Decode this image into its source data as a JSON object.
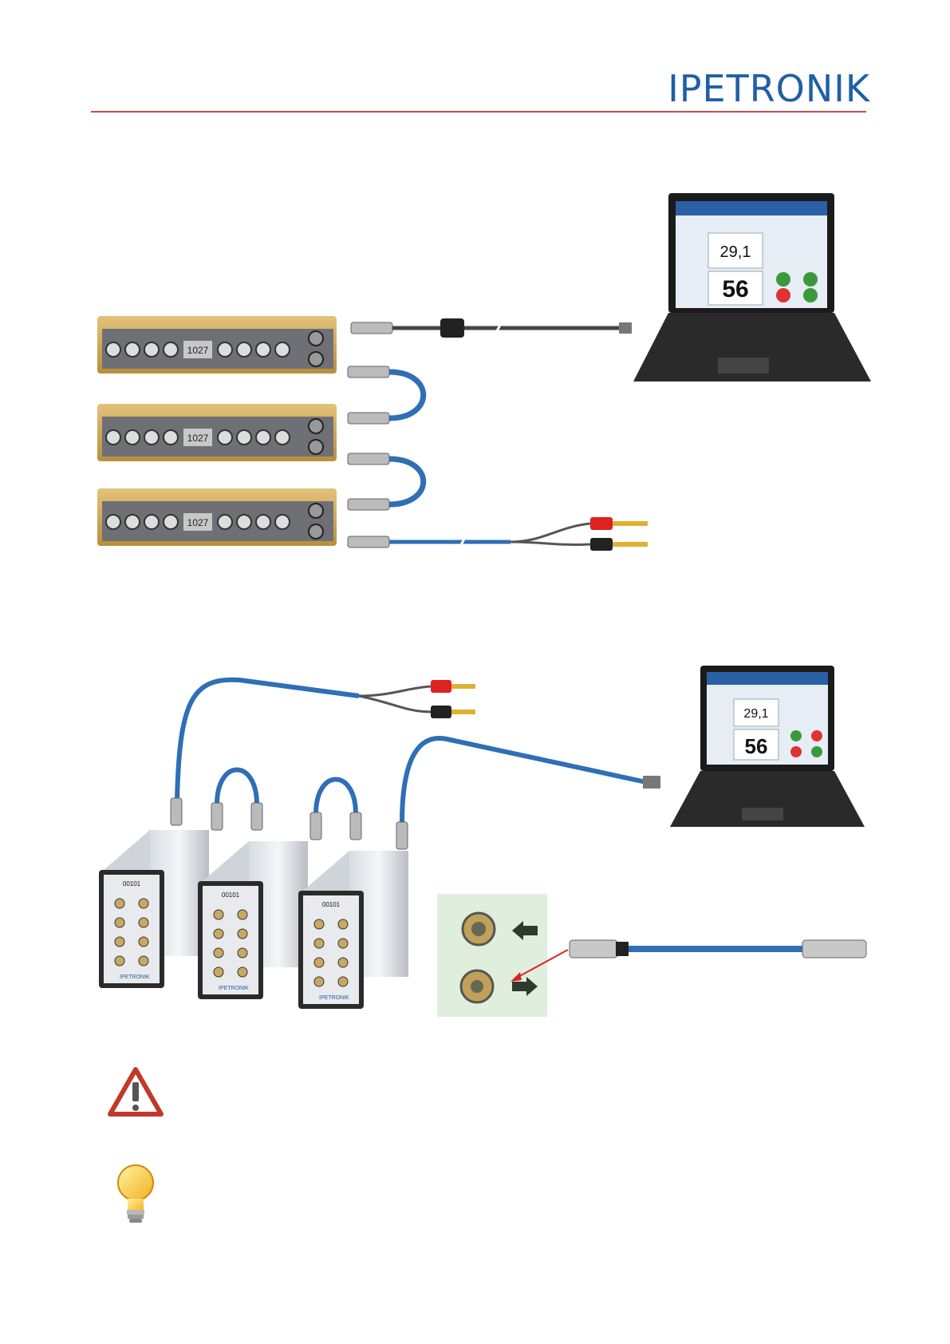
{
  "header": {
    "logo_text": "IPETRONIK",
    "rule_color": "#c0504d",
    "brand_color": "#1f5fa8"
  },
  "figure1": {
    "module_labels": [
      "1027",
      "1027",
      "1027"
    ],
    "screen_values": [
      "29,1",
      "56"
    ]
  },
  "figure2": {
    "module_labels": [
      "00101",
      "00101",
      "00101"
    ],
    "module_brand": [
      "IPETRONIK",
      "IPETRONIK",
      "IPETRONIK"
    ],
    "screen_values": [
      "29,1",
      "56"
    ]
  },
  "icons": {
    "warning": "warning-icon",
    "tip": "lightbulb-icon"
  }
}
